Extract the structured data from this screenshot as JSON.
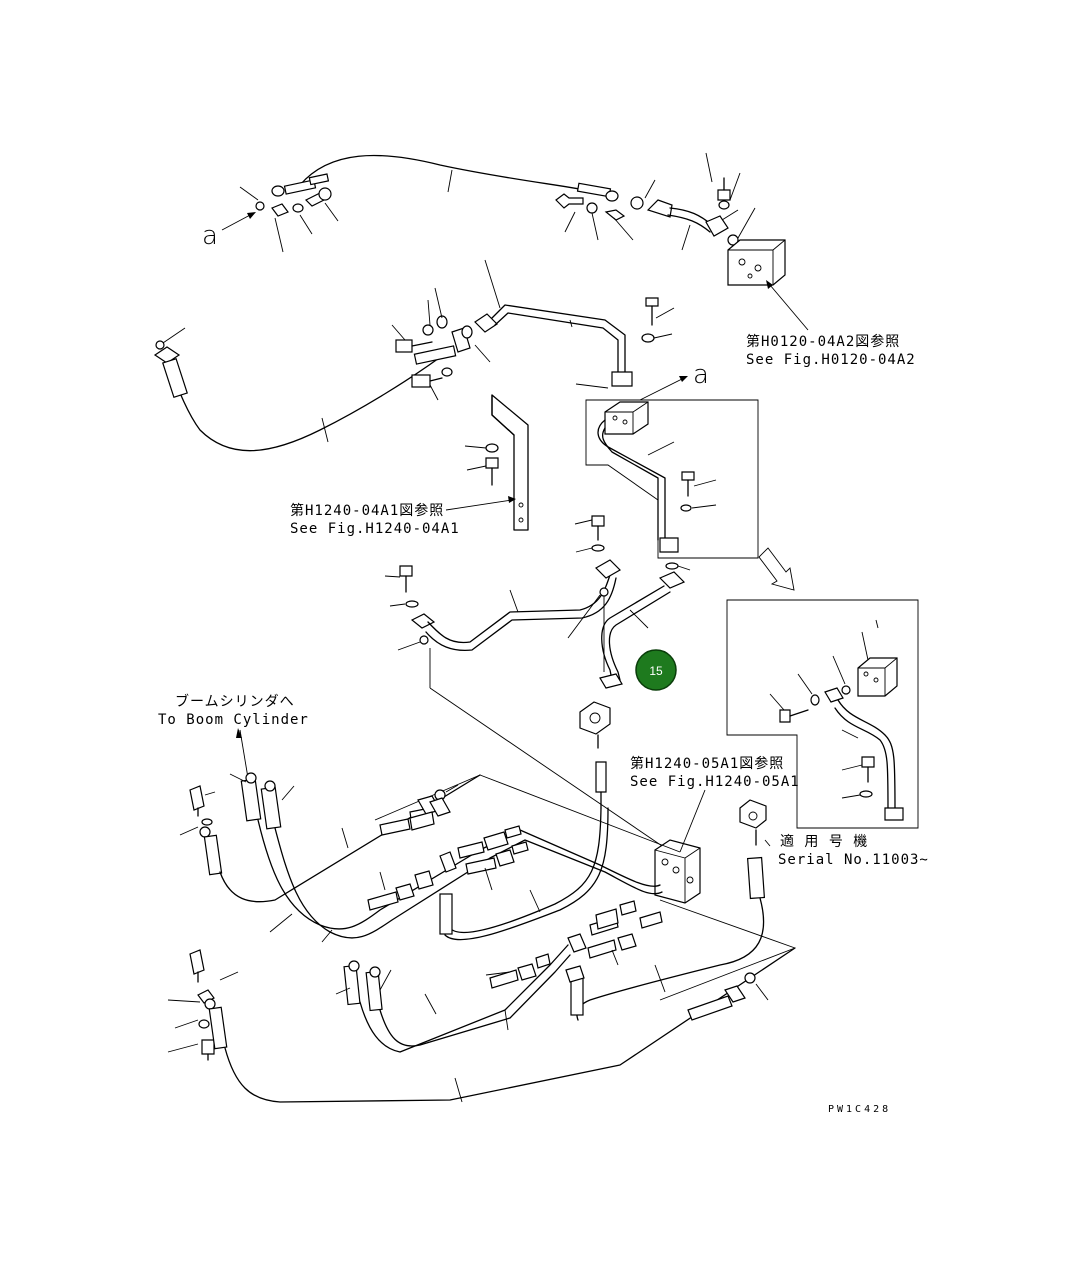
{
  "refs": {
    "fig_h0120_jp": "第H0120-04A2図参照",
    "fig_h0120_en": "See Fig.H0120-04A2",
    "fig_h1240_04_jp": "第H1240-04A1図参照",
    "fig_h1240_04_en": "See Fig.H1240-04A1",
    "fig_h1240_05_jp": "第H1240-05A1図参照",
    "fig_h1240_05_en": "See Fig.H1240-05A1"
  },
  "boom": {
    "jp": "ブームシリンダへ",
    "en": "To Boom Cylinder"
  },
  "serial": {
    "jp": "適 用 号 機",
    "en": "Serial No.11003~"
  },
  "view_marks": {
    "a_left": "a",
    "a_right": "a"
  },
  "marker": {
    "label": "15",
    "color": "#1e7a1e"
  },
  "drawing_code": "PW1C428"
}
